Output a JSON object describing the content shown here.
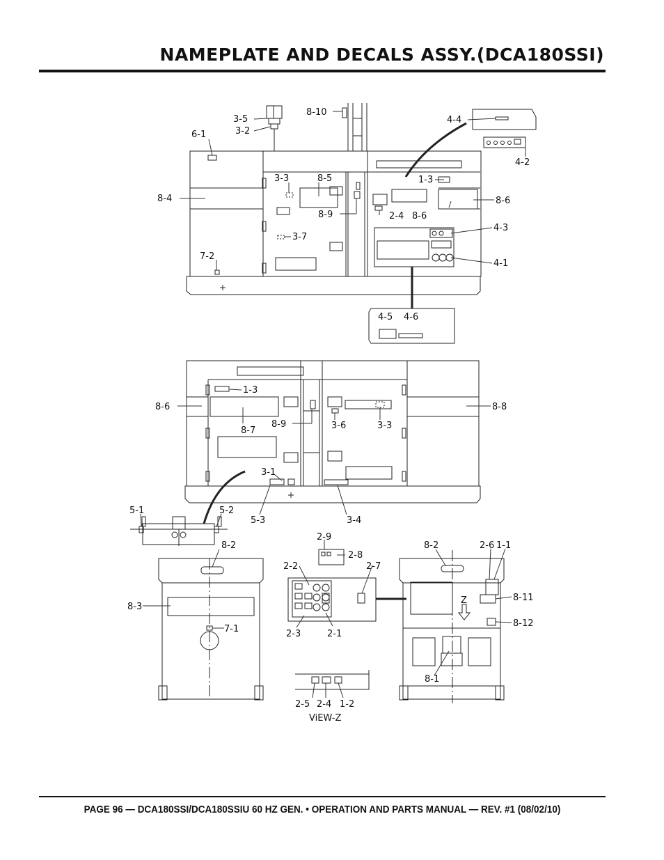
{
  "header": {
    "title": "NAMEPLATE AND DECALS ASSY.(DCA180SSI)"
  },
  "footer": {
    "text": "PAGE 96 — DCA180SSI/DCA180SSIU 60 HZ GEN. • OPERATION AND PARTS MANUAL — REV. #1 (08/02/10)"
  },
  "diagram": {
    "view_label": "ViEW-Z",
    "direction_marker": "Z",
    "callouts": {
      "c3_5": "3-5",
      "c3_2": "3-2",
      "c8_10": "8-10",
      "c6_1": "6-1",
      "c4_4": "4-4",
      "c4_2": "4-2",
      "c3_3a": "3-3",
      "c8_5": "8-5",
      "c1_3a": "1-3",
      "c8_4": "8-4",
      "c8_6a": "8-6",
      "c8_9a": "8-9",
      "c2_4a": "2-4",
      "c8_6b": "8-6",
      "c4_3": "4-3",
      "c3_7": "3-7",
      "c7_2": "7-2",
      "c4_1": "4-1",
      "c4_5": "4-5",
      "c4_6": "4-6",
      "c1_3b": "1-3",
      "c8_6c": "8-6",
      "c8_8": "8-8",
      "c8_7": "8-7",
      "c8_9b": "8-9",
      "c3_6": "3-6",
      "c3_3b": "3-3",
      "c3_1": "3-1",
      "c5_1": "5-1",
      "c5_2": "5-2",
      "c5_3": "5-3",
      "c3_4": "3-4",
      "c8_2a": "8-2",
      "c8_3": "8-3",
      "c7_1": "7-1",
      "c2_9": "2-9",
      "c2_8": "2-8",
      "c2_2": "2-2",
      "c2_7": "2-7",
      "c2_3": "2-3",
      "c2_1": "2-1",
      "c8_2b": "8-2",
      "c2_6": "2-6",
      "c1_1": "1-1",
      "c8_11": "8-11",
      "c8_12": "8-12",
      "c8_1": "8-1",
      "c2_5": "2-5",
      "c2_4b": "2-4",
      "c1_2": "1-2"
    }
  }
}
